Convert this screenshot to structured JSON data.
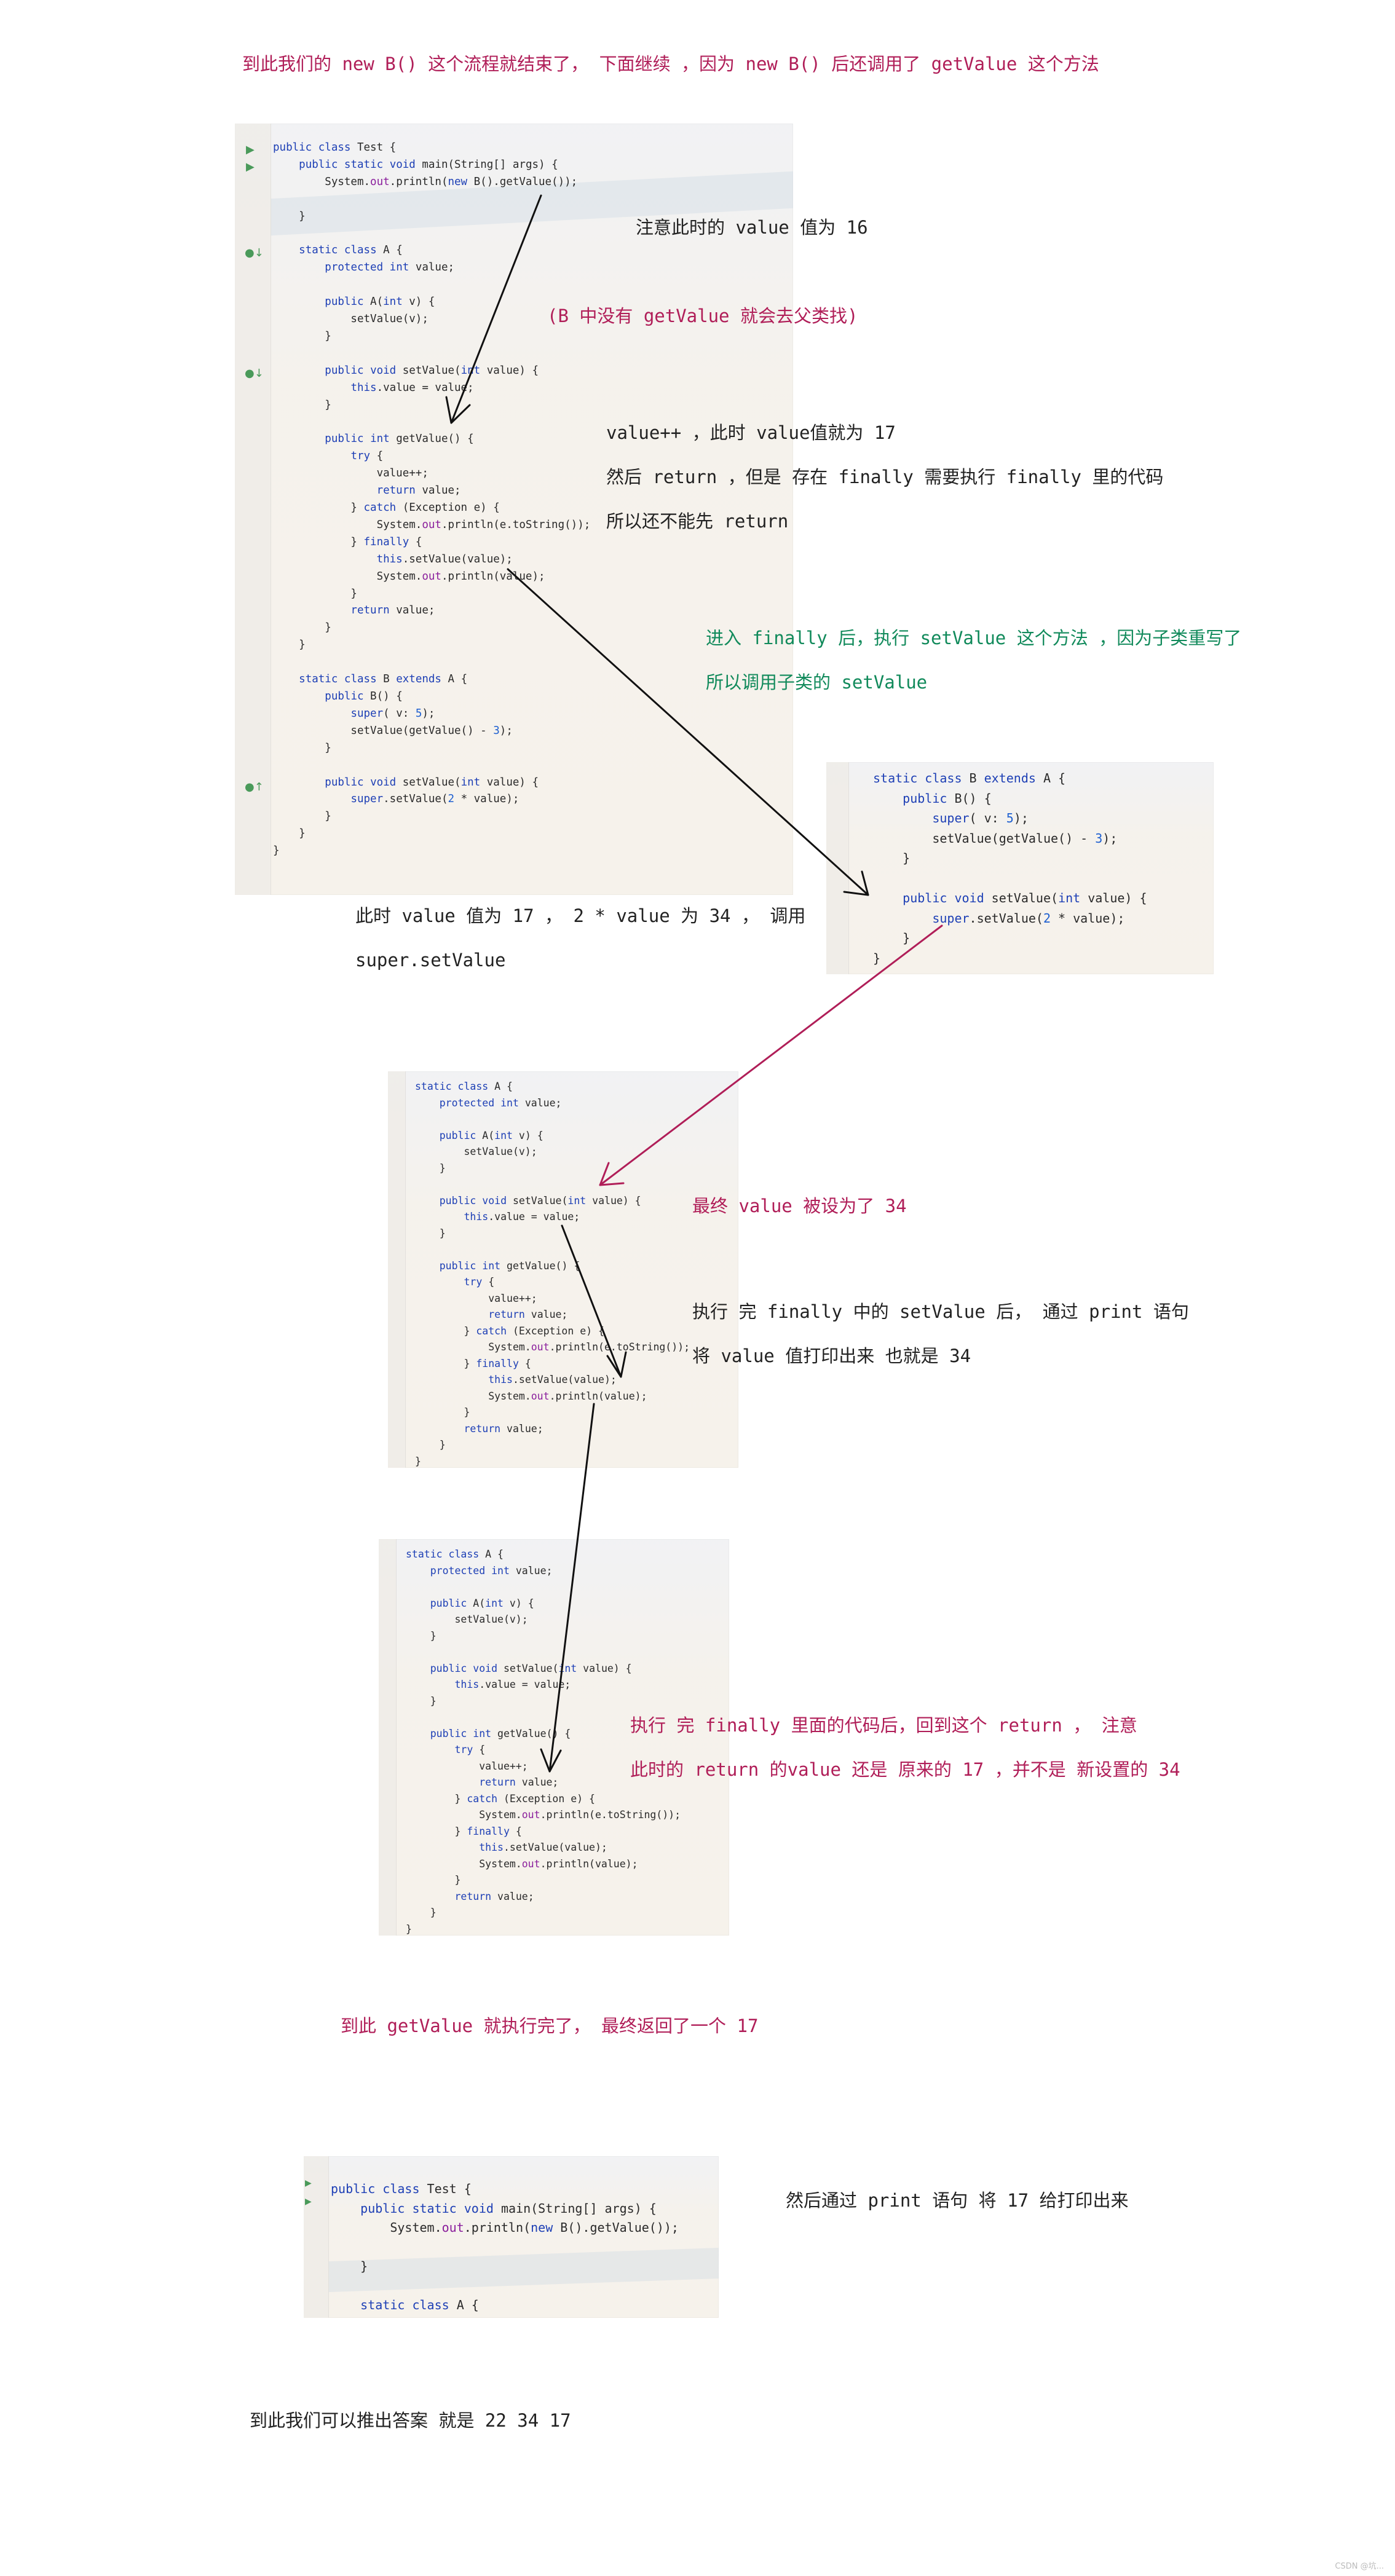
{
  "notes": {
    "intro": "到此我们的 new B() 这个流程就结束了， 下面继续 ，因为 new B() 后还调用了 getValue 这个方法",
    "value16": "注意此时的 value 值为 16",
    "no_getvalue": "(B 中没有 getValue 就会去父类找)",
    "inc_line1": "value++ ，此时 value值就为 17",
    "inc_line2": "然后 return ，但是 存在 finally 需要执行 finally 里的代码",
    "inc_line3": "所以还不能先 return",
    "finally_line1": "进入 finally 后，执行 setValue 这个方法 ，因为子类重写了",
    "finally_line2": "所以调用子类的 setValue",
    "value17_line1": "此时 value 值为 17  ，  2 * value 为 34 ，  调用",
    "value17_line2": "super.setValue",
    "final34": "最终 value 被设为了 34",
    "print_line1": "执行 完 finally 中的 setValue 后，  通过 print 语句",
    "print_line2": "将 value 值打印出来 也就是 34",
    "return_line1": "执行 完 finally 里面的代码后，回到这个 return ，  注意",
    "return_line2": "此时的 return 的value 还是 原来的 17 ，并不是 新设置的 34",
    "done": "到此 getValue 就执行完了， 最终返回了一个 17",
    "print17": "然后通过 print 语句 将 17 给打印出来",
    "answer": "到此我们可以推出答案 就是  22 34 17"
  },
  "code": {
    "full": "public class Test {\n    public static void main(String[] args) {\n        System.out.println(new B().getValue());\n\n    }\n\n    static class A {\n        protected int value;\n\n        public A(int v) {\n            setValue(v);\n        }\n\n        public void setValue(int value) {\n            this.value = value;\n        }\n\n        public int getValue() {\n            try {\n                value++;\n                return value;\n            } catch (Exception e) {\n                System.out.println(e.toString());\n            } finally {\n                this.setValue(value);\n                System.out.println(value);\n            }\n            return value;\n        }\n    }\n\n    static class B extends A {\n        public B() {\n            super( v: 5);\n            setValue(getValue() - 3);\n        }\n\n        public void setValue(int value) {\n            super.setValue(2 * value);\n        }\n    }\n}",
    "class_b": "static class B extends A {\n    public B() {\n        super( v: 5);\n        setValue(getValue() - 3);\n    }\n\n    public void setValue(int value) {\n        super.setValue(2 * value);\n    }\n}",
    "class_a": "static class A {\n    protected int value;\n\n    public A(int v) {\n        setValue(v);\n    }\n\n    public void setValue(int value) {\n        this.value = value;\n    }\n\n    public int getValue() {\n        try {\n            value++;\n            return value;\n        } catch (Exception e) {\n            System.out.println(e.toString());\n        } finally {\n            this.setValue(value);\n            System.out.println(value);\n        }\n        return value;\n    }\n}",
    "main": "public class Test {\n    public static void main(String[] args) {\n        System.out.println(new B().getValue());\n\n    }\n\n    static class A {"
  },
  "colors": {
    "red": "#b01e58",
    "green": "#118a5b",
    "text": "#222222"
  },
  "footer": "CSDN @坑..."
}
